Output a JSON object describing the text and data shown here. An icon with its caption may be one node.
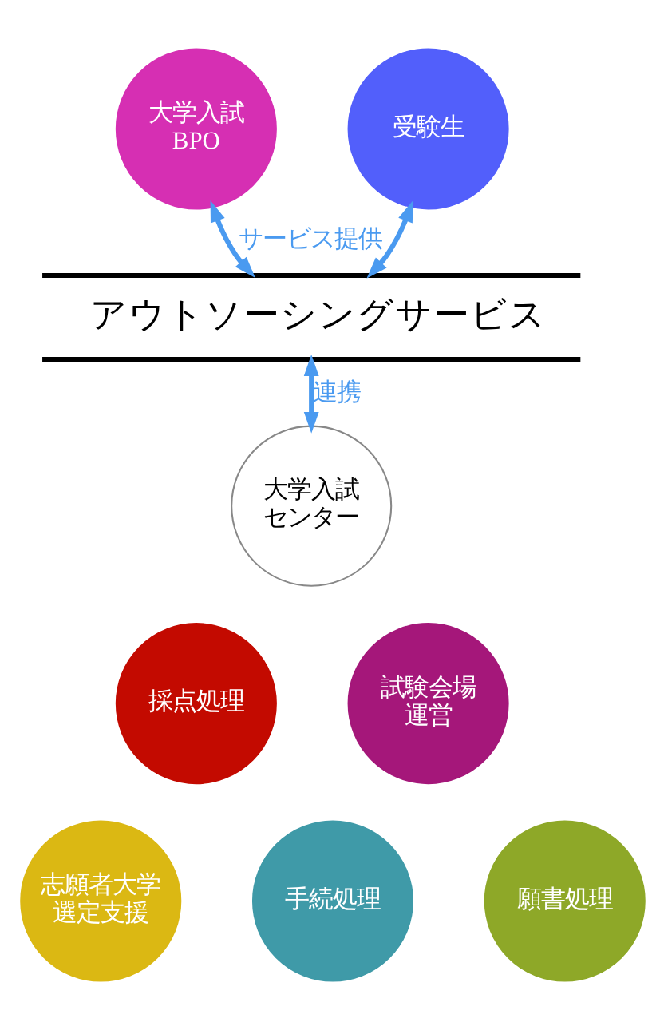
{
  "diagram": {
    "nodes": [
      {
        "text": [
          "大学入試BPO"
        ]
      },
      {
        "text": [
          "受験生"
        ]
      },
      {
        "text": [
          "アウトソーシングサービス"
        ]
      },
      {
        "text": [
          "大学入試センター"
        ]
      },
      {
        "text": [
          "採点処理"
        ]
      },
      {
        "text": [
          "試験会場運営"
        ]
      },
      {
        "text": [
          "志願者大学選定支援"
        ]
      },
      {
        "text": [
          "手続処理"
        ]
      },
      {
        "text": [
          "願書処理"
        ]
      }
    ],
    "edges": [
      {
        "from": 0,
        "to": 2,
        "arrow": "both",
        "label": "サービス提供"
      },
      {
        "from": 1,
        "to": 2,
        "arrow": "both"
      },
      {
        "from": 2,
        "to": 3,
        "arrow": "both",
        "label": "連携"
      }
    ]
  }
}
